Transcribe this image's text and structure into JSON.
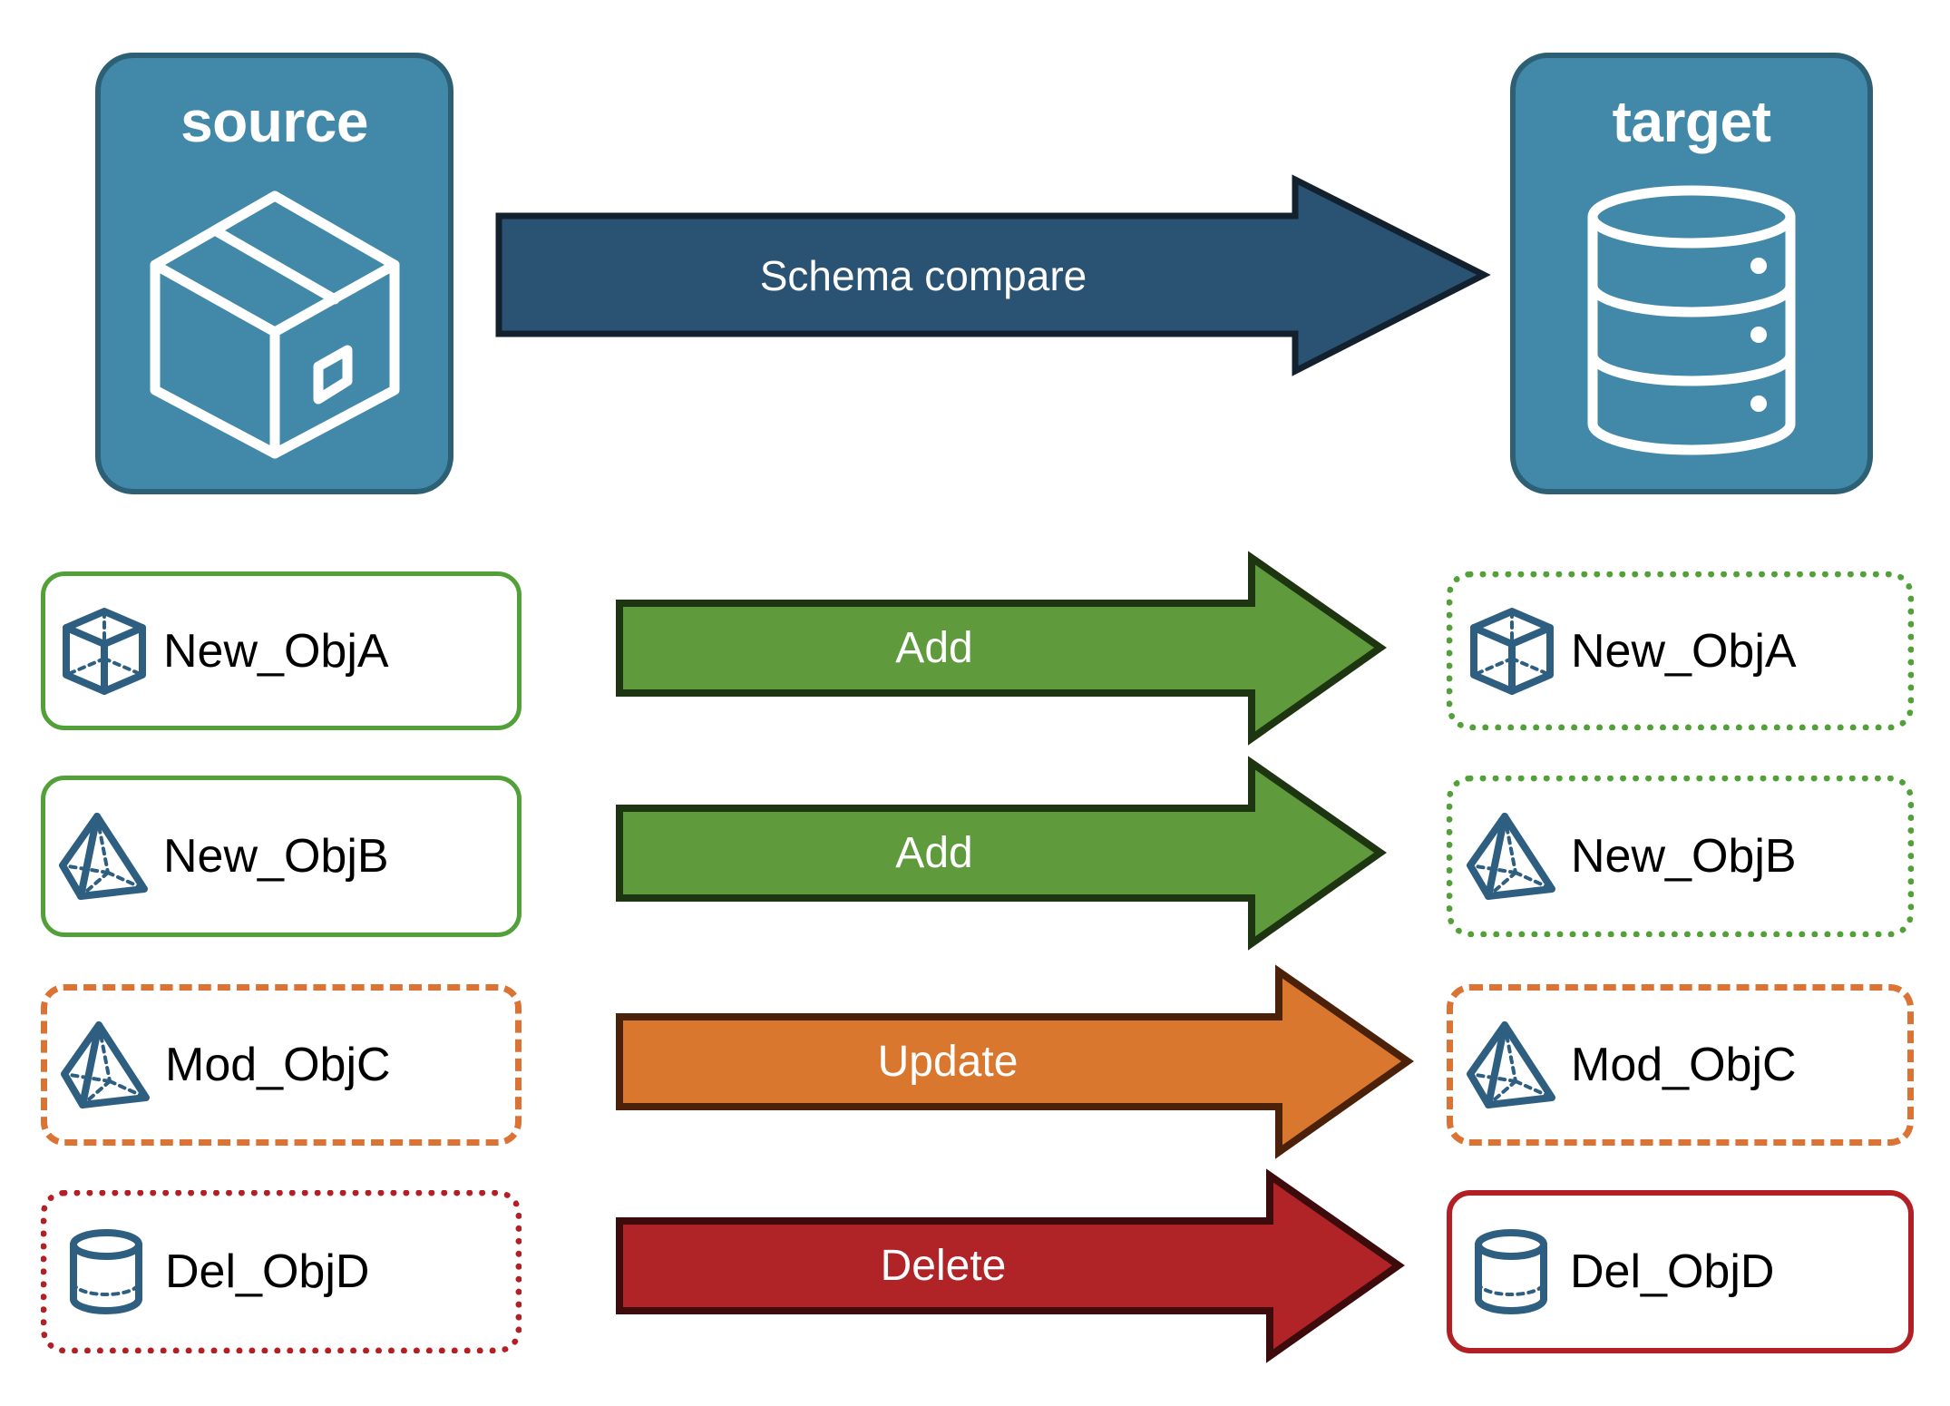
{
  "diagram": {
    "title": "Schema compare source to target",
    "colors": {
      "endpoint_fill": "#4288a8",
      "endpoint_border": "#2d5f75",
      "compare_arrow_fill": "#2a5272",
      "compare_arrow_border": "#13202e",
      "add_fill": "#5f9a3c",
      "add_border": "#1d3510",
      "update_fill": "#d9772f",
      "update_border": "#4b2109",
      "delete_fill": "#b02327",
      "delete_border": "#3d0b0c",
      "object_icon": "#2e5f81",
      "green": "#52a038",
      "orange": "#db7334",
      "red": "#b22025"
    }
  },
  "endpoints": {
    "source": {
      "title": "source",
      "icon": "package-box-icon"
    },
    "target": {
      "title": "target",
      "icon": "database-cylinder-icon"
    }
  },
  "compare_arrow": {
    "label": "Schema compare",
    "direction": "right"
  },
  "rows": [
    {
      "action": "Add",
      "action_color": "#5f9a3c",
      "source": {
        "label": "New_ObjA",
        "icon": "wireframe-cube-icon",
        "border_style": "solid",
        "border_color": "#52a038"
      },
      "target": {
        "label": "New_ObjA",
        "icon": "wireframe-cube-icon",
        "border_style": "dotted",
        "border_color": "#52a038"
      }
    },
    {
      "action": "Add",
      "action_color": "#5f9a3c",
      "source": {
        "label": "New_ObjB",
        "icon": "wireframe-pyramid-icon",
        "border_style": "solid",
        "border_color": "#52a038"
      },
      "target": {
        "label": "New_ObjB",
        "icon": "wireframe-pyramid-icon",
        "border_style": "dotted",
        "border_color": "#52a038"
      }
    },
    {
      "action": "Update",
      "action_color": "#d9772f",
      "source": {
        "label": "Mod_ObjC",
        "icon": "wireframe-pyramid-icon",
        "border_style": "dashed",
        "border_color": "#db7334"
      },
      "target": {
        "label": "Mod_ObjC",
        "icon": "wireframe-pyramid-icon",
        "border_style": "dashed",
        "border_color": "#db7334"
      }
    },
    {
      "action": "Delete",
      "action_color": "#b02327",
      "source": {
        "label": "Del_ObjD",
        "icon": "wireframe-cylinder-icon",
        "border_style": "dotted",
        "border_color": "#b22025"
      },
      "target": {
        "label": "Del_ObjD",
        "icon": "wireframe-cylinder-icon",
        "border_style": "solid",
        "border_color": "#b22025"
      }
    }
  ]
}
